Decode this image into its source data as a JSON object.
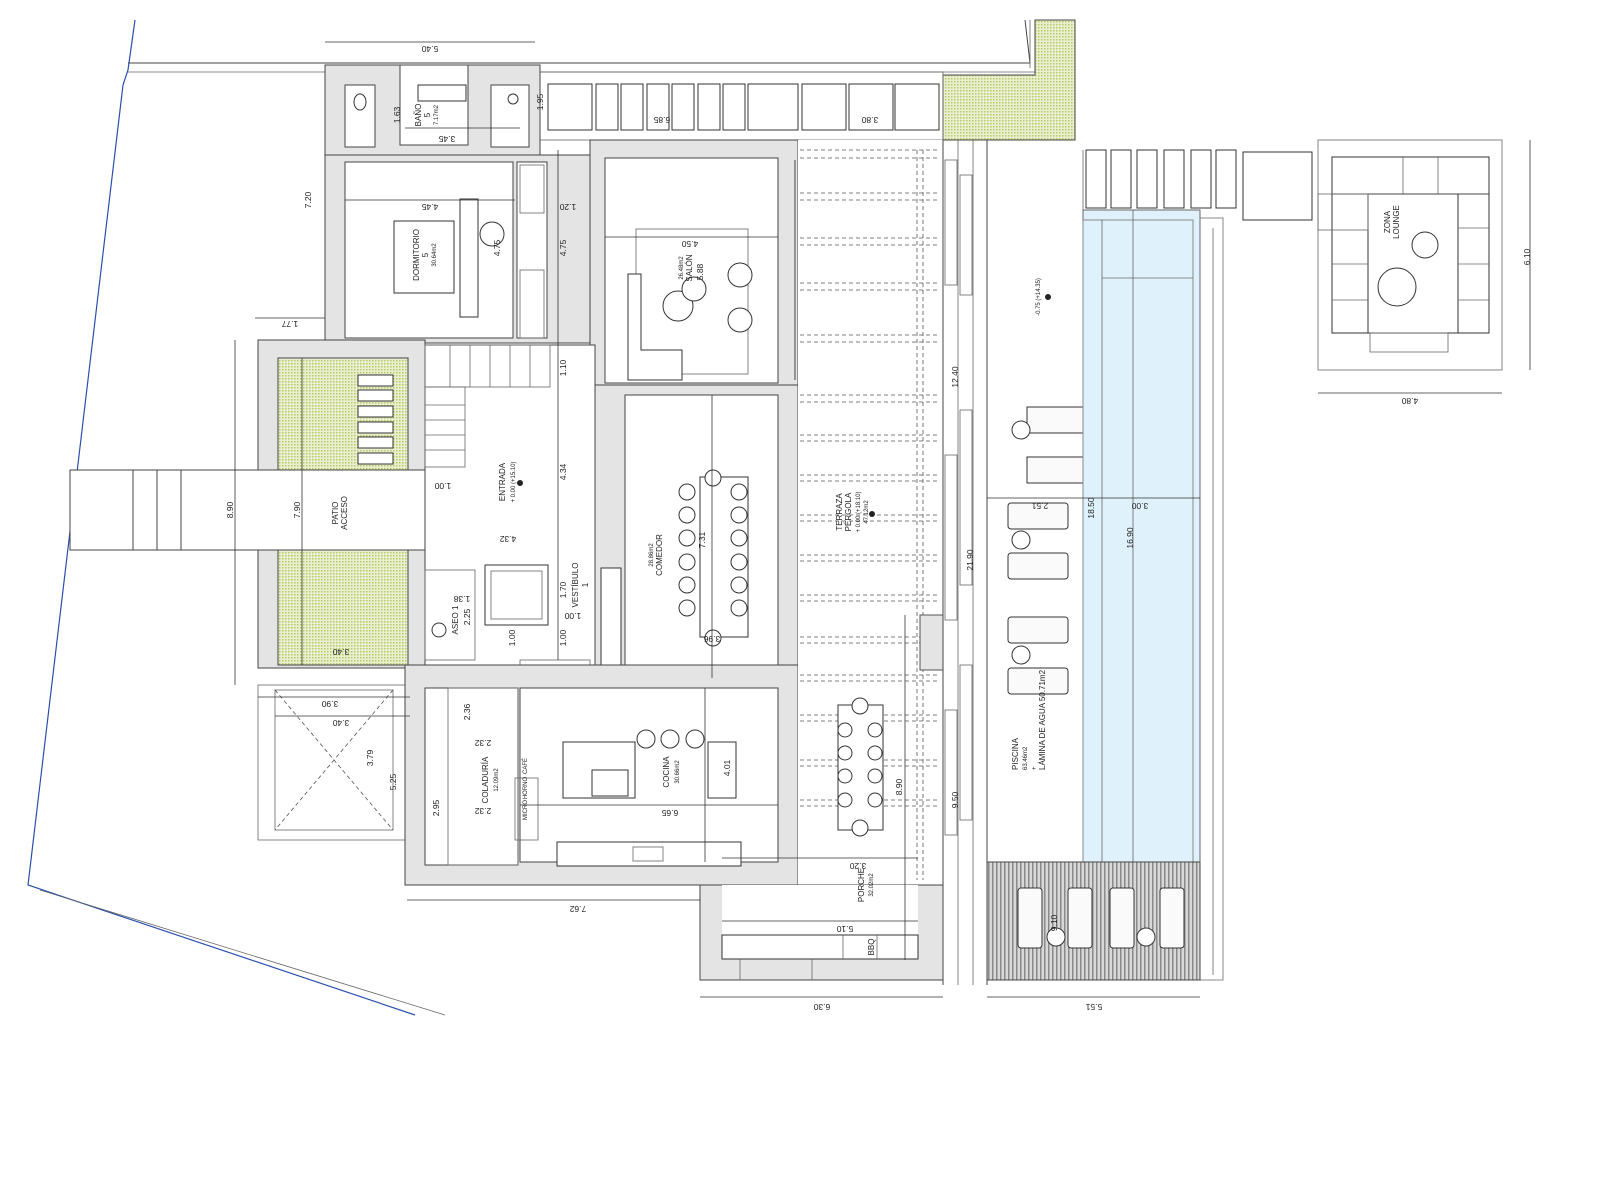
{
  "colors": {
    "wall": "#e4e4e4",
    "pool": "#dff2fc",
    "garden": "#c9d98a",
    "site_boundary": "#2a4fb0"
  },
  "rooms": {
    "bano": {
      "name": "BAÑO",
      "number": "5",
      "area": "7.17m2"
    },
    "dormitorio": {
      "name": "DORMITORIO",
      "number": "5",
      "area": "30.64m2"
    },
    "salon": {
      "name": "SALÓN",
      "area": "26.48m2"
    },
    "entrada": {
      "name": "ENTRADA",
      "level": "+ 0.00 (+15.10)"
    },
    "comedor": {
      "name": "COMEDOR",
      "area": "28.86m2"
    },
    "vestibulo": {
      "name": "VESTÍBULO",
      "number": "1"
    },
    "aseo": {
      "name": "ASEO 1"
    },
    "patio": {
      "name": "PATIO",
      "sub": "ACCESO"
    },
    "coladuria": {
      "name": "COLADURÍA",
      "area": "12.09m2"
    },
    "cocina": {
      "name": "COCINA",
      "area": "30.66m2"
    },
    "appliances": {
      "micro": "MICRO",
      "horno": "HORNO",
      "cafe": "CAFÉ"
    },
    "terraza": {
      "name": "TERRAZA",
      "sub": "PÉRGOLA",
      "level": "+ 0.00 (+18.10)",
      "area": "47.12m2"
    },
    "porche": {
      "name": "PORCHE",
      "area": "32.02m2"
    },
    "bbq": {
      "name": "BBQ"
    },
    "piscina": {
      "name": "PISCINA",
      "area": "63.46m2",
      "plus": "+",
      "water": "LÁMINA DE AGUA 50.71m2"
    },
    "pool_level": {
      "level": "-0.75 (+14.35)"
    },
    "lounge": {
      "name": "ZONA",
      "sub": "LOUNGE"
    }
  },
  "dimensions": [
    "5.40",
    "1.95",
    "6.85",
    "3.80",
    "1.63",
    "3.45",
    "4.45",
    "4.75",
    "4.75",
    "1.20",
    "7.20",
    "1.77",
    "4.50",
    "5.88",
    "1.10",
    "8.90",
    "7.90",
    "1.00",
    "4.34",
    "4.32",
    "7.31",
    "3.96",
    "1.70",
    "1.00",
    "1.38",
    "2.25",
    "1.00",
    "1.00",
    "3.40",
    "3.90",
    "3.40",
    "3.79",
    "5.25",
    "2.36",
    "2.32",
    "2.95",
    "2.32",
    "4.01",
    "6.65",
    "7.62",
    "12.40",
    "21.90",
    "9.50",
    "8.90",
    "3.20",
    "5.10",
    "6.30",
    "2.51",
    "3.00",
    "18.50",
    "16.90",
    "9.10",
    "5.51",
    "6.10",
    "4.80"
  ]
}
